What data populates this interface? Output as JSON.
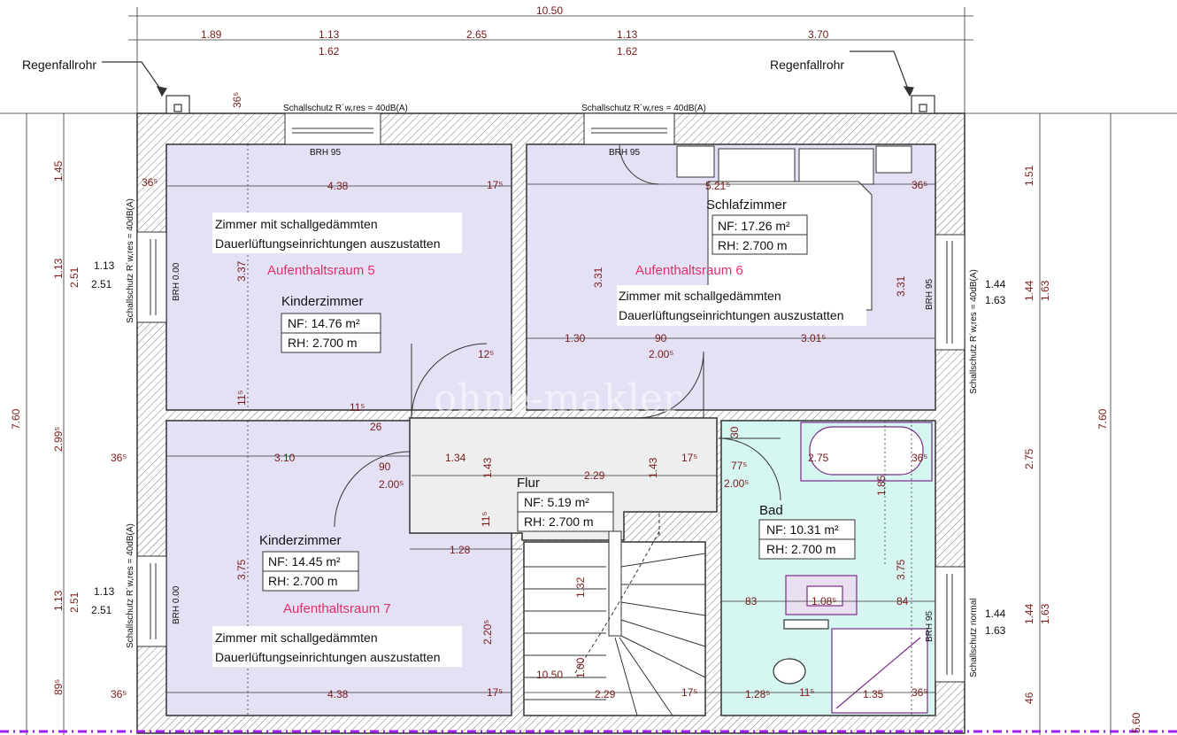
{
  "overall_dims": {
    "top_total": "10.50",
    "left_total": "7.60",
    "right_total": "7.60",
    "bottom_stair": "10.50",
    "right_corner": "5.60"
  },
  "top_dims": {
    "seg1": "1.89",
    "seg2": "1.13",
    "seg2b": "1.62",
    "seg3": "2.65",
    "seg4": "1.13",
    "seg4b": "1.62",
    "seg5": "3.70"
  },
  "labels": {
    "rain_left": "Regenfallrohr",
    "rain_right": "Regenfallrohr",
    "sound_top": "Schallschutz R´w,res = 40dB(A)",
    "sound_left": "Schallschutz R´w,res = 40dB(A)",
    "sound_right": "Schallschutz R´w,res = 40dB(A)",
    "sound_normal": "Schallschutz normal",
    "brh95": "BRH 95",
    "brh0": "BRH 0.00",
    "note_line1": "Zimmer mit schallgedämmten",
    "note_line2": "Dauerlüftungseinrichtungen auszustatten",
    "watermark": "ohne-makler"
  },
  "rooms": {
    "kinder5": {
      "name": "Kinderzimmer",
      "nf": "NF: 14.76 m²",
      "rh": "RH: 2.700 m",
      "aufenthalt": "Aufenthaltsraum 5"
    },
    "schlaf": {
      "name": "Schlafzimmer",
      "nf": "NF: 17.26 m²",
      "rh": "RH: 2.700 m",
      "aufenthalt": "Aufenthaltsraum 6"
    },
    "kinder7": {
      "name": "Kinderzimmer",
      "nf": "NF: 14.45 m²",
      "rh": "RH: 2.700 m",
      "aufenthalt": "Aufenthaltsraum 7"
    },
    "flur": {
      "name": "Flur",
      "nf": "NF:   5.19 m²",
      "rh": "RH: 2.700 m"
    },
    "bad": {
      "name": "Bad",
      "nf": "NF: 10.31 m²",
      "rh": "RH: 2.700 m"
    }
  },
  "inner_dims": {
    "k5_w": "4.38",
    "k5_h": "3.37",
    "schlaf_w": "5.21⁵",
    "schlaf_h": "3.31",
    "schlaf_h2": "3.31",
    "k7_w": "3.10",
    "k7_h": "3.75",
    "k7_bot": "4.38",
    "flur_w": "2.29",
    "flur_h": "1.43",
    "flur_h2": "1.43",
    "flur_134": "1.34",
    "bad_275": "2.75",
    "bad_185": "1.85",
    "bad_375": "3.75",
    "bad_83": "83",
    "bad_84": "84",
    "bad_108": "1.08⁵",
    "bad_135": "1.35",
    "d130": "1.30",
    "d90": "90",
    "d200": "2.00⁵",
    "d3015": "3.01⁵",
    "stair_128": "1.28",
    "stair_132": "1.32",
    "stair_220": "2.20⁵",
    "stair_100": "1.00",
    "stair_229": "2.29",
    "wall365": "36⁵",
    "wall175": "17⁵",
    "wall115": "11⁵",
    "wall30": "30",
    "wall775": "77⁵",
    "wall1285": "1.28⁵",
    "wall46": "46",
    "wall26": "26",
    "wall12": "12⁵"
  },
  "side_dims": {
    "l145": "1.45",
    "l113": "1.13",
    "l251": "2.51",
    "l2995": "2.99⁵",
    "l895": "89⁵",
    "win_113": "1.13",
    "win_251": "2.51",
    "r151": "1.51",
    "r144": "1.44",
    "r163": "1.63",
    "r275": "2.75",
    "r46": "46"
  },
  "colors": {
    "room_fill": "#e4e1f5",
    "bad_fill": "#d6f6f2",
    "flur_fill": "#eeeeee",
    "wall": "#333333",
    "dim": "#7a1a1a",
    "pink": "#e0306a",
    "purple_line": "#a020f0"
  }
}
